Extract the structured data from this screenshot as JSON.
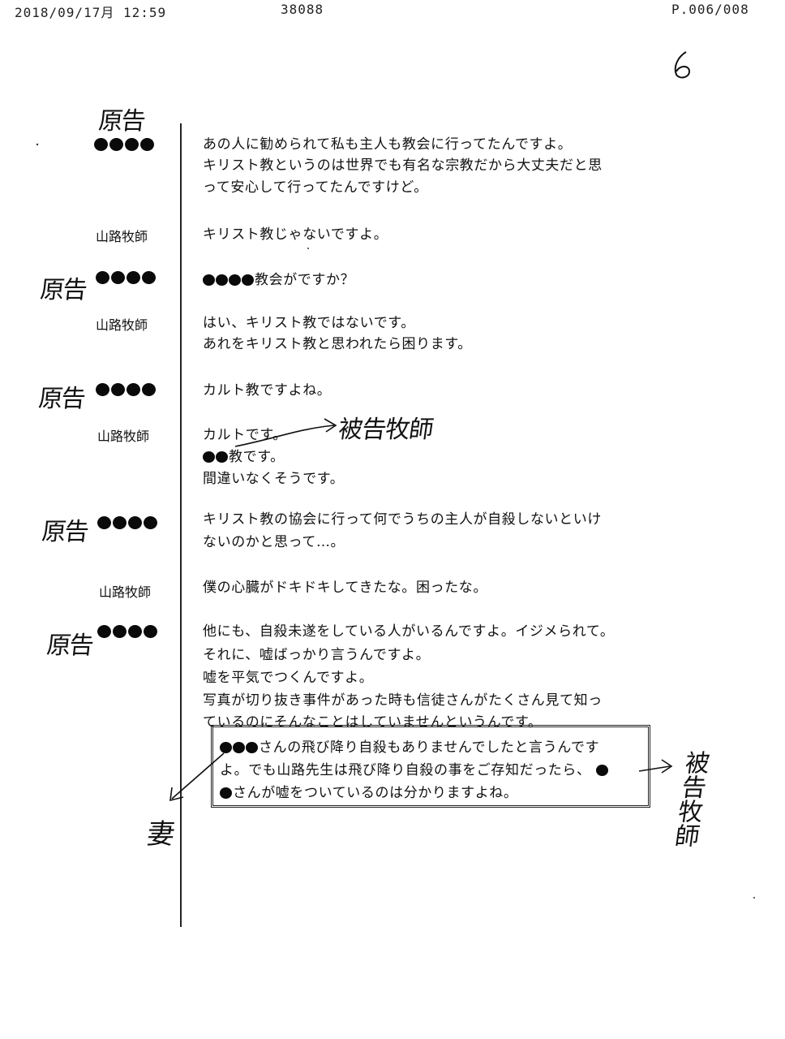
{
  "fax_header": {
    "datetime": "2018/09/17月 12:59",
    "sender_id": "38088",
    "page": "P.006/008"
  },
  "handwritten_page_number": "6",
  "labels": {
    "plaintiff_hand": "原告",
    "pastor": "山路牧師"
  },
  "blocks": [
    {
      "speaker_type": "plaintiff",
      "lines": [
        "あの人に勧められて私も主人も教会に行ってたんですよ。",
        "キリスト教というのは世界でも有名な宗教だから大丈夫だと思",
        "って安心して行ってたんですけど。"
      ]
    },
    {
      "speaker_type": "pastor",
      "lines": [
        "キリスト教じゃないですよ。"
      ]
    },
    {
      "speaker_type": "plaintiff",
      "lines": [
        "教会がですか？"
      ]
    },
    {
      "speaker_type": "pastor",
      "lines": [
        "はい、キリスト教ではないです。",
        "あれをキリスト教と思われたら困ります。"
      ]
    },
    {
      "speaker_type": "plaintiff",
      "lines": [
        "カルト教ですよね。"
      ]
    },
    {
      "speaker_type": "pastor",
      "lines": [
        "カルトです。",
        "教です。",
        "間違いなくそうです。"
      ]
    },
    {
      "speaker_type": "plaintiff",
      "lines": [
        "キリスト教の協会に行って何でうちの主人が自殺しないといけ",
        "ないのかと思って…。"
      ]
    },
    {
      "speaker_type": "pastor",
      "lines": [
        "僕の心臓がドキドキしてきたな。困ったな。"
      ]
    },
    {
      "speaker_type": "plaintiff",
      "lines": [
        "他にも、自殺未遂をしている人がいるんですよ。イジメられて。",
        "それに、嘘ばっかり言うんですよ。",
        "嘘を平気でつくんですよ。",
        "写真が切り抜き事件があった時も信徒さんがたくさん見て知っ",
        "ているのにそんなことはしていませんというんです。"
      ]
    }
  ],
  "boxed_lines": [
    "さんの飛び降り自殺もありませんでしたと言うんです",
    "よ。でも山路先生は飛び降り自殺の事をご存知だったら、",
    "さんが嘘をついているのは分かりますよね。"
  ],
  "annotations": {
    "defendant_pastor_1": "被告牧師",
    "defendant_pastor_2": "被告牧師",
    "wife": "妻"
  }
}
